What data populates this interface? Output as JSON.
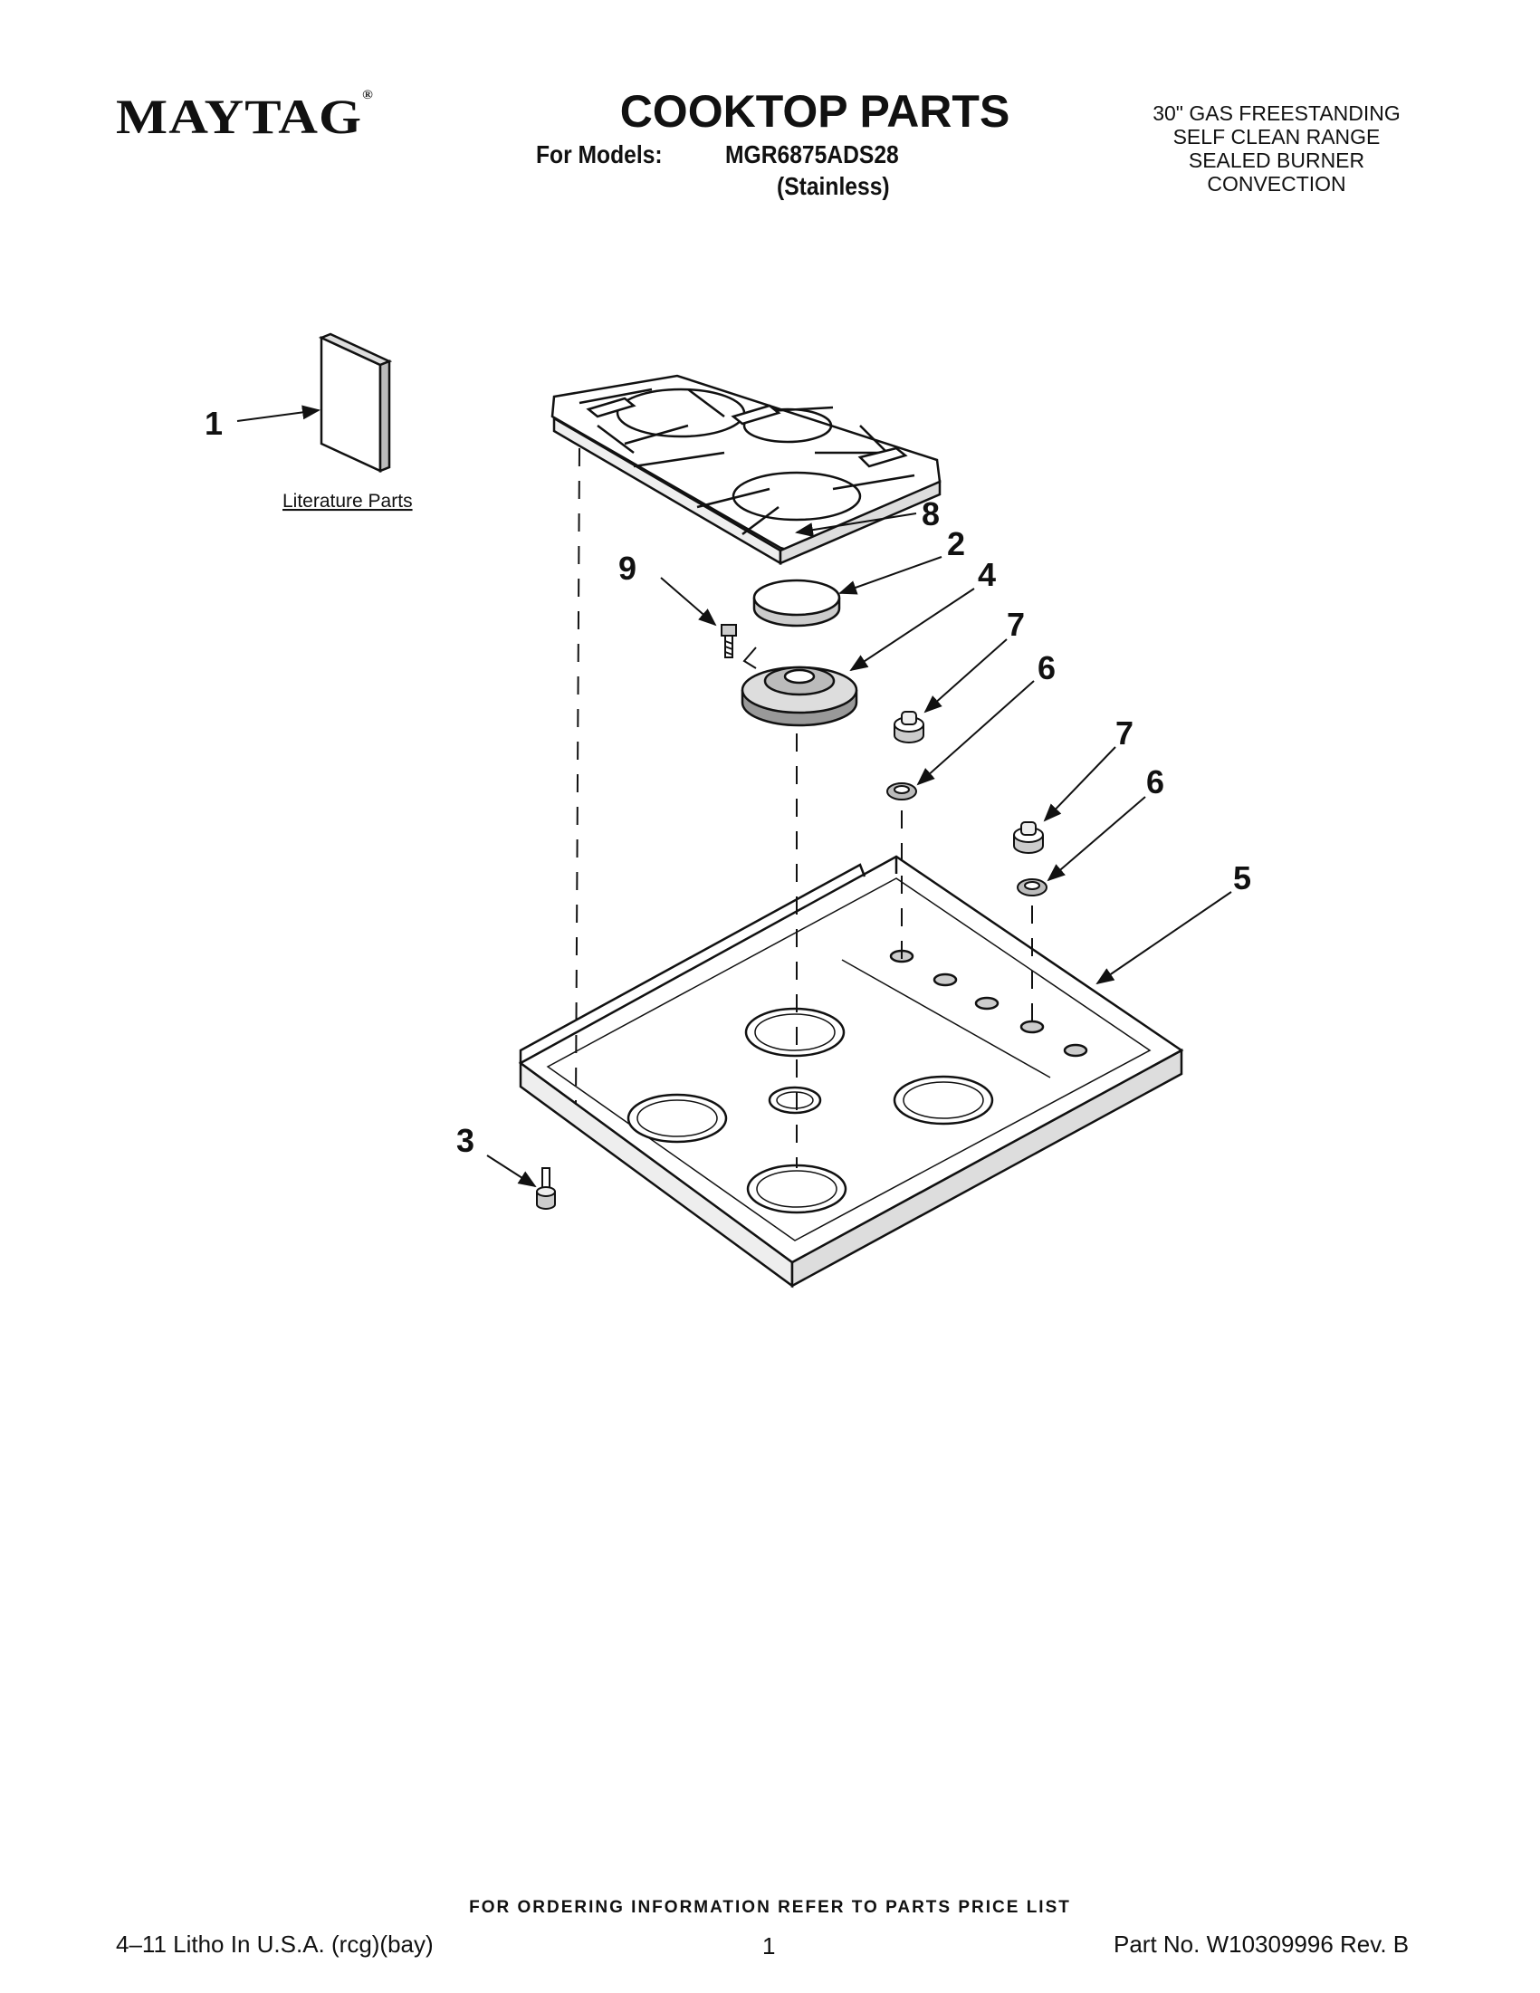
{
  "header": {
    "brand": "MAYTAG",
    "title": "COOKTOP PARTS",
    "models_label": "For Models:",
    "model_number": "MGR6875ADS28",
    "model_finish": "(Stainless)",
    "description": [
      "30\" GAS FREESTANDING",
      "SELF CLEAN RANGE",
      "SEALED BURNER",
      "CONVECTION"
    ]
  },
  "diagram": {
    "literature_label": "Literature Parts",
    "callouts": [
      "1",
      "8",
      "2",
      "9",
      "4",
      "7",
      "6",
      "7",
      "6",
      "5",
      "3"
    ]
  },
  "footer": {
    "ordering_note": "FOR ORDERING INFORMATION REFER TO PARTS PRICE LIST",
    "litho": "4–11 Litho In U.S.A. (rcg)(bay)",
    "page": "1",
    "part_number": "Part No. W10309996 Rev. B"
  }
}
